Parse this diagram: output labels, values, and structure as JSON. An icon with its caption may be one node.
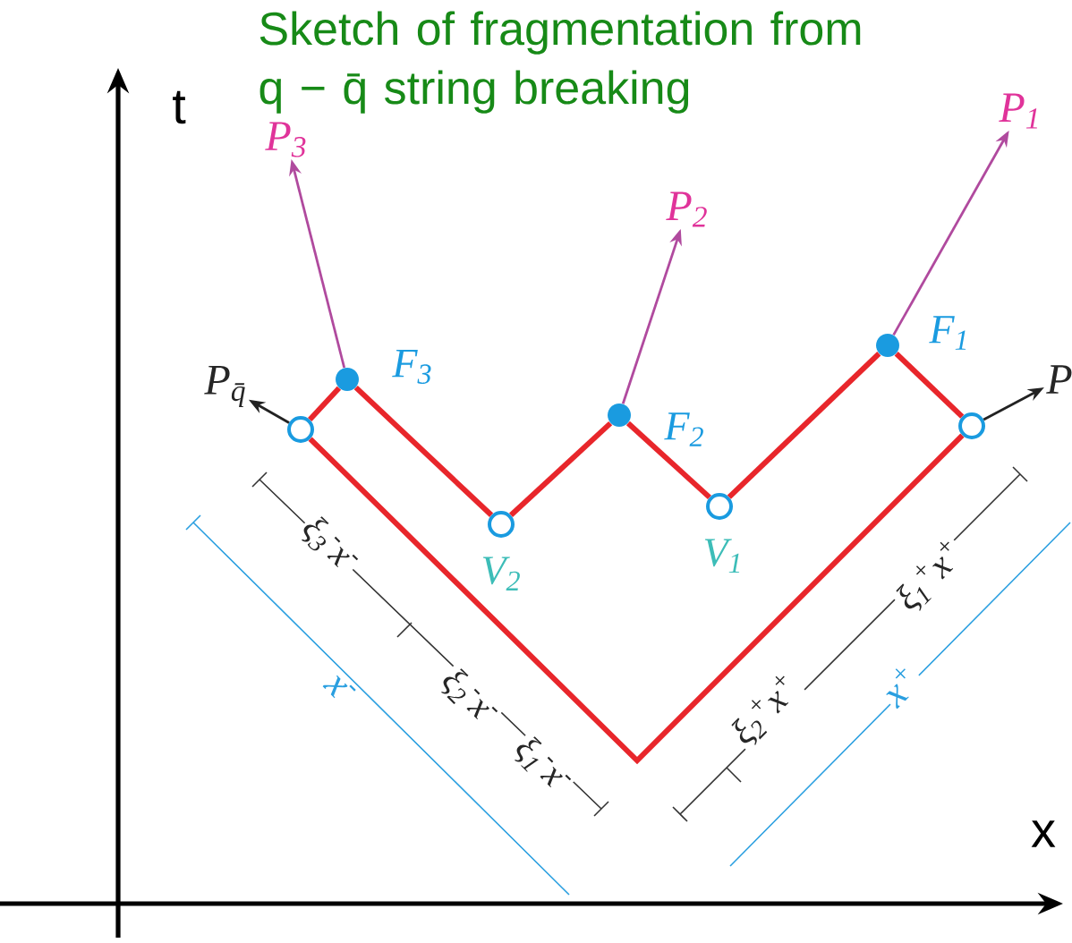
{
  "diagram": {
    "title": "Sketch of fragmentation from q − q̄ string breaking",
    "nodes": [
      {
        "text": [],
        "shape": "circle"
      },
      {
        "text": [],
        "shape": "dot",
        "beside": [
          "F$_{3}$"
        ]
      },
      {
        "text": [],
        "shape": "circle",
        "beside": [
          "V$_{2}$"
        ]
      },
      {
        "text": [],
        "shape": "dot",
        "beside": [
          "F$_{2}$"
        ]
      },
      {
        "text": [],
        "shape": "circle",
        "beside": [
          "V$_{1}$"
        ]
      },
      {
        "text": [],
        "shape": "dot",
        "beside": [
          "F$_{1}$"
        ]
      },
      {
        "text": [],
        "shape": "circle"
      },
      {
        "text": [
          "P$_{q̄}$"
        ]
      },
      {
        "text": [
          "P$_{3}$"
        ]
      },
      {
        "text": [
          "P$_{2}$"
        ]
      },
      {
        "text": [
          "P$_{1}$"
        ]
      },
      {
        "text": [
          "P"
        ]
      }
    ],
    "edges": [
      {
        "from": 0,
        "to": 1,
        "arrow": "none"
      },
      {
        "from": 1,
        "to": 2,
        "arrow": "none"
      },
      {
        "from": 2,
        "to": 3,
        "arrow": "none"
      },
      {
        "from": 3,
        "to": 4,
        "arrow": "none"
      },
      {
        "from": 4,
        "to": 5,
        "arrow": "none"
      },
      {
        "from": 5,
        "to": 6,
        "arrow": "none"
      },
      {
        "from": 0,
        "to": 6,
        "arrow": "none"
      },
      {
        "from": 0,
        "to": 7,
        "arrow": "to",
        "color": "#222222"
      },
      {
        "from": 1,
        "to": 8,
        "arrow": "to",
        "color": "#b04a9e"
      },
      {
        "from": 3,
        "to": 9,
        "arrow": "to",
        "color": "#b04a9e"
      },
      {
        "from": 5,
        "to": 10,
        "arrow": "to",
        "color": "#b04a9e"
      },
      {
        "from": 6,
        "to": 11,
        "arrow": "to",
        "color": "#222222"
      }
    ],
    "labels": [
      "t",
      "x",
      "ξ$_{3}$$^{-}$x$^{-}$",
      "ξ$_{2}$$^{-}$x$^{-}$",
      "ξ$_{1}$$^{-}$x$^{-}$",
      "x$^{-}$",
      "ξ$_{2}$$^{+}$x$^{+}$",
      "ξ$_{1}$$^{+}$x$^{+}$",
      "x$^{+}$"
    ]
  }
}
